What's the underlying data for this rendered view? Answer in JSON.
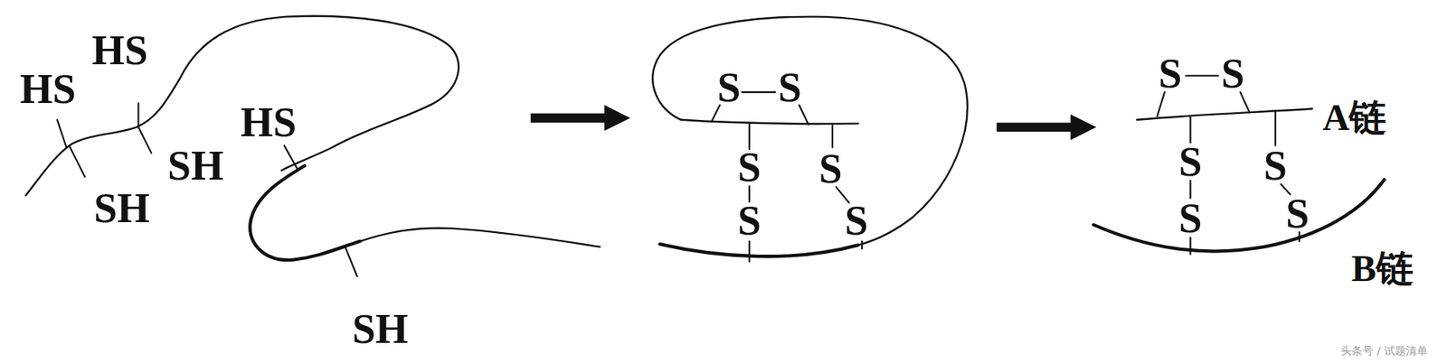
{
  "diagram": {
    "labels": [
      "HS",
      "HS",
      "SH",
      "SH",
      "HS",
      "SH",
      "S",
      "S",
      "S",
      "S",
      "S",
      "S",
      "S",
      "S",
      "S",
      "S",
      "S",
      "S",
      "A链",
      "B链",
      "头条号 / 试题清单"
    ]
  }
}
